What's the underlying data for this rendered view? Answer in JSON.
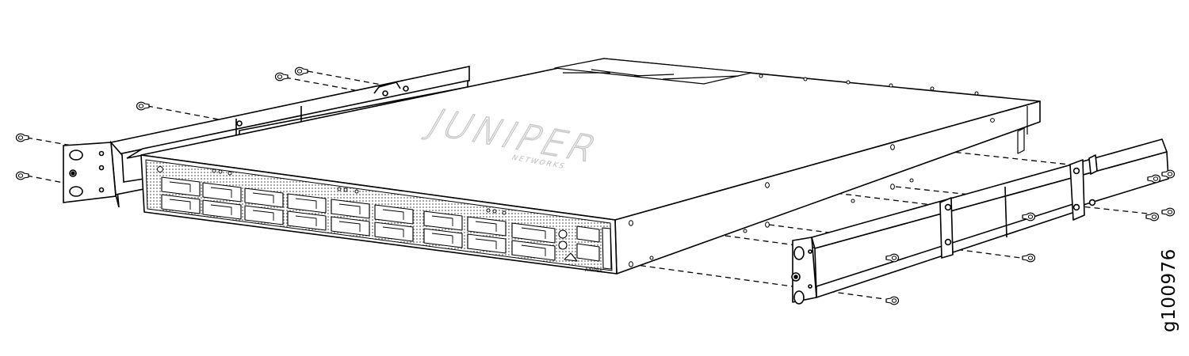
{
  "figure": {
    "id": "g100976",
    "logo_text": "JUNIPER",
    "logo_subtext": "NETWORKS",
    "bezel_badge": "JUNIPER",
    "colors": {
      "line": "#000000",
      "fill": "#ffffff",
      "port": "#f2f2f2",
      "logo": "#c8c8c8"
    }
  },
  "parts": [
    {
      "name": "switch-chassis",
      "icon": "chassis"
    },
    {
      "name": "left-front-rail",
      "icon": "mounting-bracket"
    },
    {
      "name": "right-rear-rail",
      "icon": "mounting-bracket"
    },
    {
      "name": "mounting-screws",
      "icon": "screw-icon"
    }
  ]
}
